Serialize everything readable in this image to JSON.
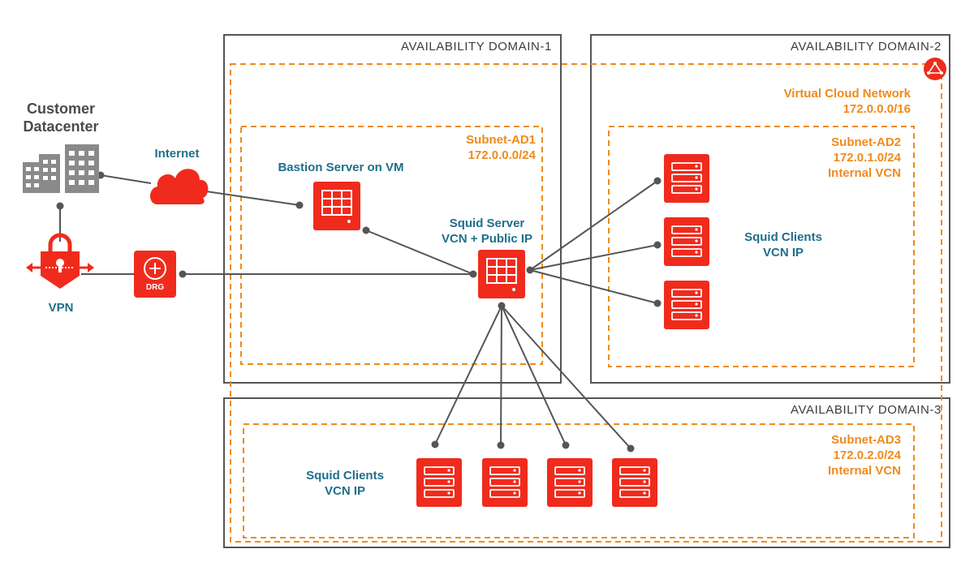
{
  "domains": {
    "ad1": "AVAILABILITY DOMAIN-1",
    "ad2": "AVAILABILITY DOMAIN-2",
    "ad3": "AVAILABILITY DOMAIN-3"
  },
  "vcn": {
    "line1": "Virtual Cloud Network",
    "line2": "172.0.0.0/16"
  },
  "subnets": {
    "ad1": {
      "line1": "Subnet-AD1",
      "line2": "172.0.0.0/24"
    },
    "ad2": {
      "line1": "Subnet-AD2",
      "line2": "172.0.1.0/24",
      "line3": "Internal VCN"
    },
    "ad3": {
      "line1": "Subnet-AD3",
      "line2": "172.0.2.0/24",
      "line3": "Internal VCN"
    }
  },
  "customer": {
    "line1": "Customer",
    "line2": "Datacenter"
  },
  "internet_label": "Internet",
  "vpn_label": "VPN",
  "drg_label": "DRG",
  "bastion_label": "Bastion Server on VM",
  "squid_server": {
    "line1": "Squid Server",
    "line2": "VCN + Public IP"
  },
  "clients_ad2": {
    "line1": "Squid Clients",
    "line2": "VCN IP"
  },
  "clients_ad3": {
    "line1": "Squid Clients",
    "line2": "VCN IP"
  },
  "colors": {
    "oracle_red": "#f02b1d",
    "vcn_orange": "#ef8a1b",
    "teal_text": "#1f6f8b",
    "building_gray": "#8a8a8a",
    "line_gray": "#555555"
  }
}
